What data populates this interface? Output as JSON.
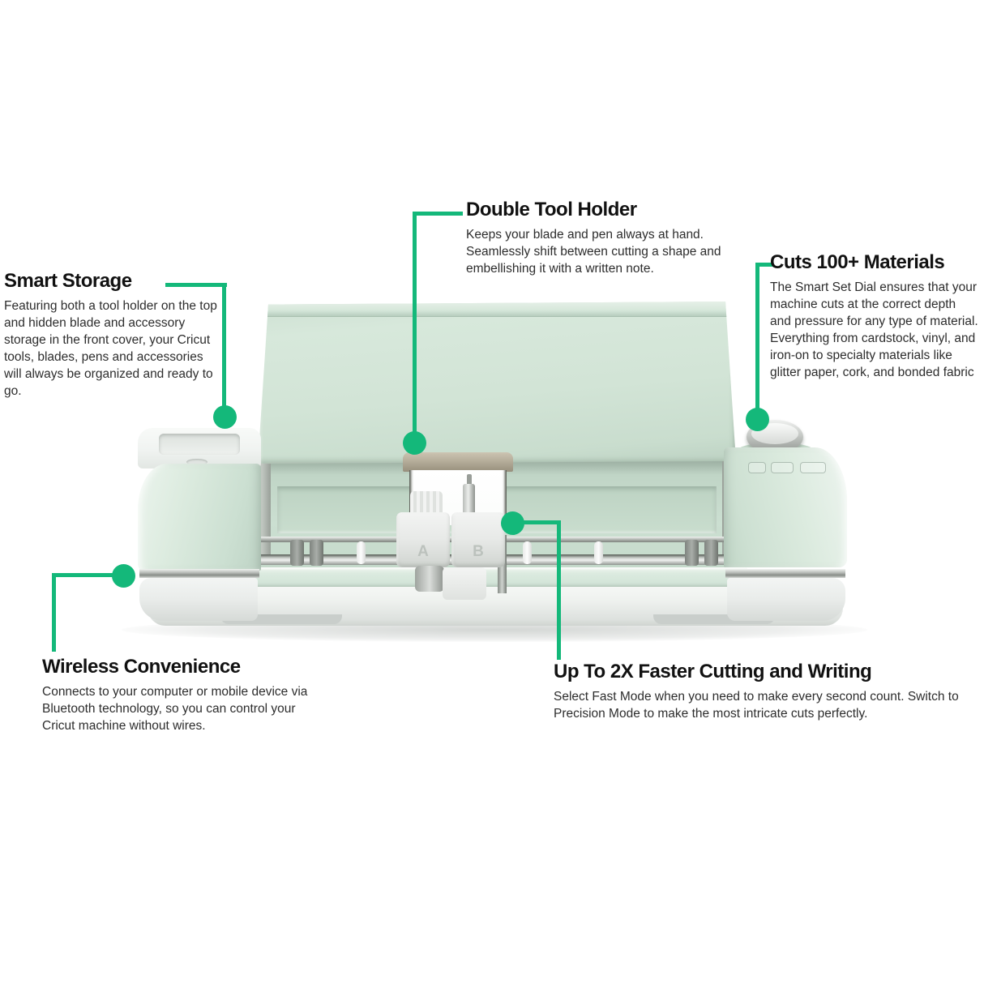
{
  "accent_color": "#14b87a",
  "callouts": [
    {
      "id": "smart-storage",
      "title": "Smart Storage",
      "body": "Featuring both a tool holder on the top and hidden blade and accessory storage in the front cover,  your Cricut tools, blades, pens and accessories will always be organized and ready to go."
    },
    {
      "id": "double-tool-holder",
      "title": "Double Tool Holder",
      "body": "Keeps your blade and pen always at hand. Seamlessly shift between cutting a shape and embellishing it with a written note."
    },
    {
      "id": "cuts-materials",
      "title": "Cuts 100+ Materials",
      "body": "The Smart Set Dial ensures that your machine cuts at the correct depth and pressure for any type of material. Everything from cardstock, vinyl, and iron-on to specialty materials like glitter paper, cork, and bonded fabric"
    },
    {
      "id": "wireless-convenience",
      "title": "Wireless Convenience",
      "body": "Connects to your computer or mobile device via Bluetooth technology, so you can control your Cricut machine without wires."
    },
    {
      "id": "fast-mode",
      "title": "Up To 2X Faster Cutting and Writing",
      "body": "Select Fast Mode when you need to make every second count. Switch to Precision Mode to make the most intricate cuts perfectly."
    }
  ],
  "machine": {
    "tool_slot_a_label": "A",
    "tool_slot_b_label": "B",
    "colors": {
      "body_mint": "#d2e4d6",
      "body_mint_dark": "#c1d6c7",
      "white_trim": "#f3f5f4",
      "chrome": "#b9bdb9",
      "carriage_gold": "#b5ad9a"
    }
  }
}
